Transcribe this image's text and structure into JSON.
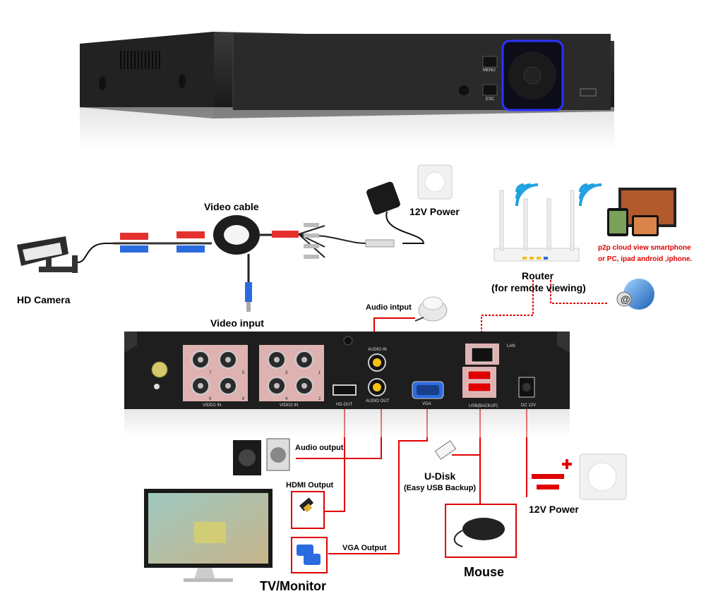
{
  "front_panel": {
    "menu_label": "MENU",
    "esc_label": "ESC"
  },
  "labels": {
    "hd_camera": "HD Camera",
    "video_cable": "Video cable",
    "video_input": "Video input",
    "power_top": "12V Power",
    "router": "Router",
    "router_sub": "(for remote viewing)",
    "p2p_line1": "p2p cloud  view smartphone",
    "p2p_line2": "or PC, ipad android ,iphone.",
    "audio_input": "Audio intput",
    "audio_output": "Audio output",
    "hdmi_output": "HDMI Output",
    "vga_output": "VGA Output",
    "udisk": "U-Disk",
    "udisk_sub": "(Easy USB Backup)",
    "power_bottom": "12V Power",
    "mouse": "Mouse",
    "tv_monitor": "TV/Monitor"
  },
  "back_panel": {
    "video_in_left": "VIDEO IN",
    "video_in_right": "VIDEO IN",
    "ch7": "7",
    "ch5": "5",
    "ch8": "8",
    "ch6": "6",
    "ch3": "3",
    "ch1": "1",
    "ch4": "4",
    "ch2": "2",
    "audio_in": "AUDIO IN",
    "audio_out": "AUDIO OUT",
    "hd_out": "HD-OUT",
    "vga": "VGA",
    "lan": "LAN",
    "usb": "USB(BACKUP)",
    "dc": "DC 12V"
  },
  "colors": {
    "red_line": "#e00000",
    "highlight": "#f4c2c2",
    "device_dark": "#1e1e1e"
  }
}
